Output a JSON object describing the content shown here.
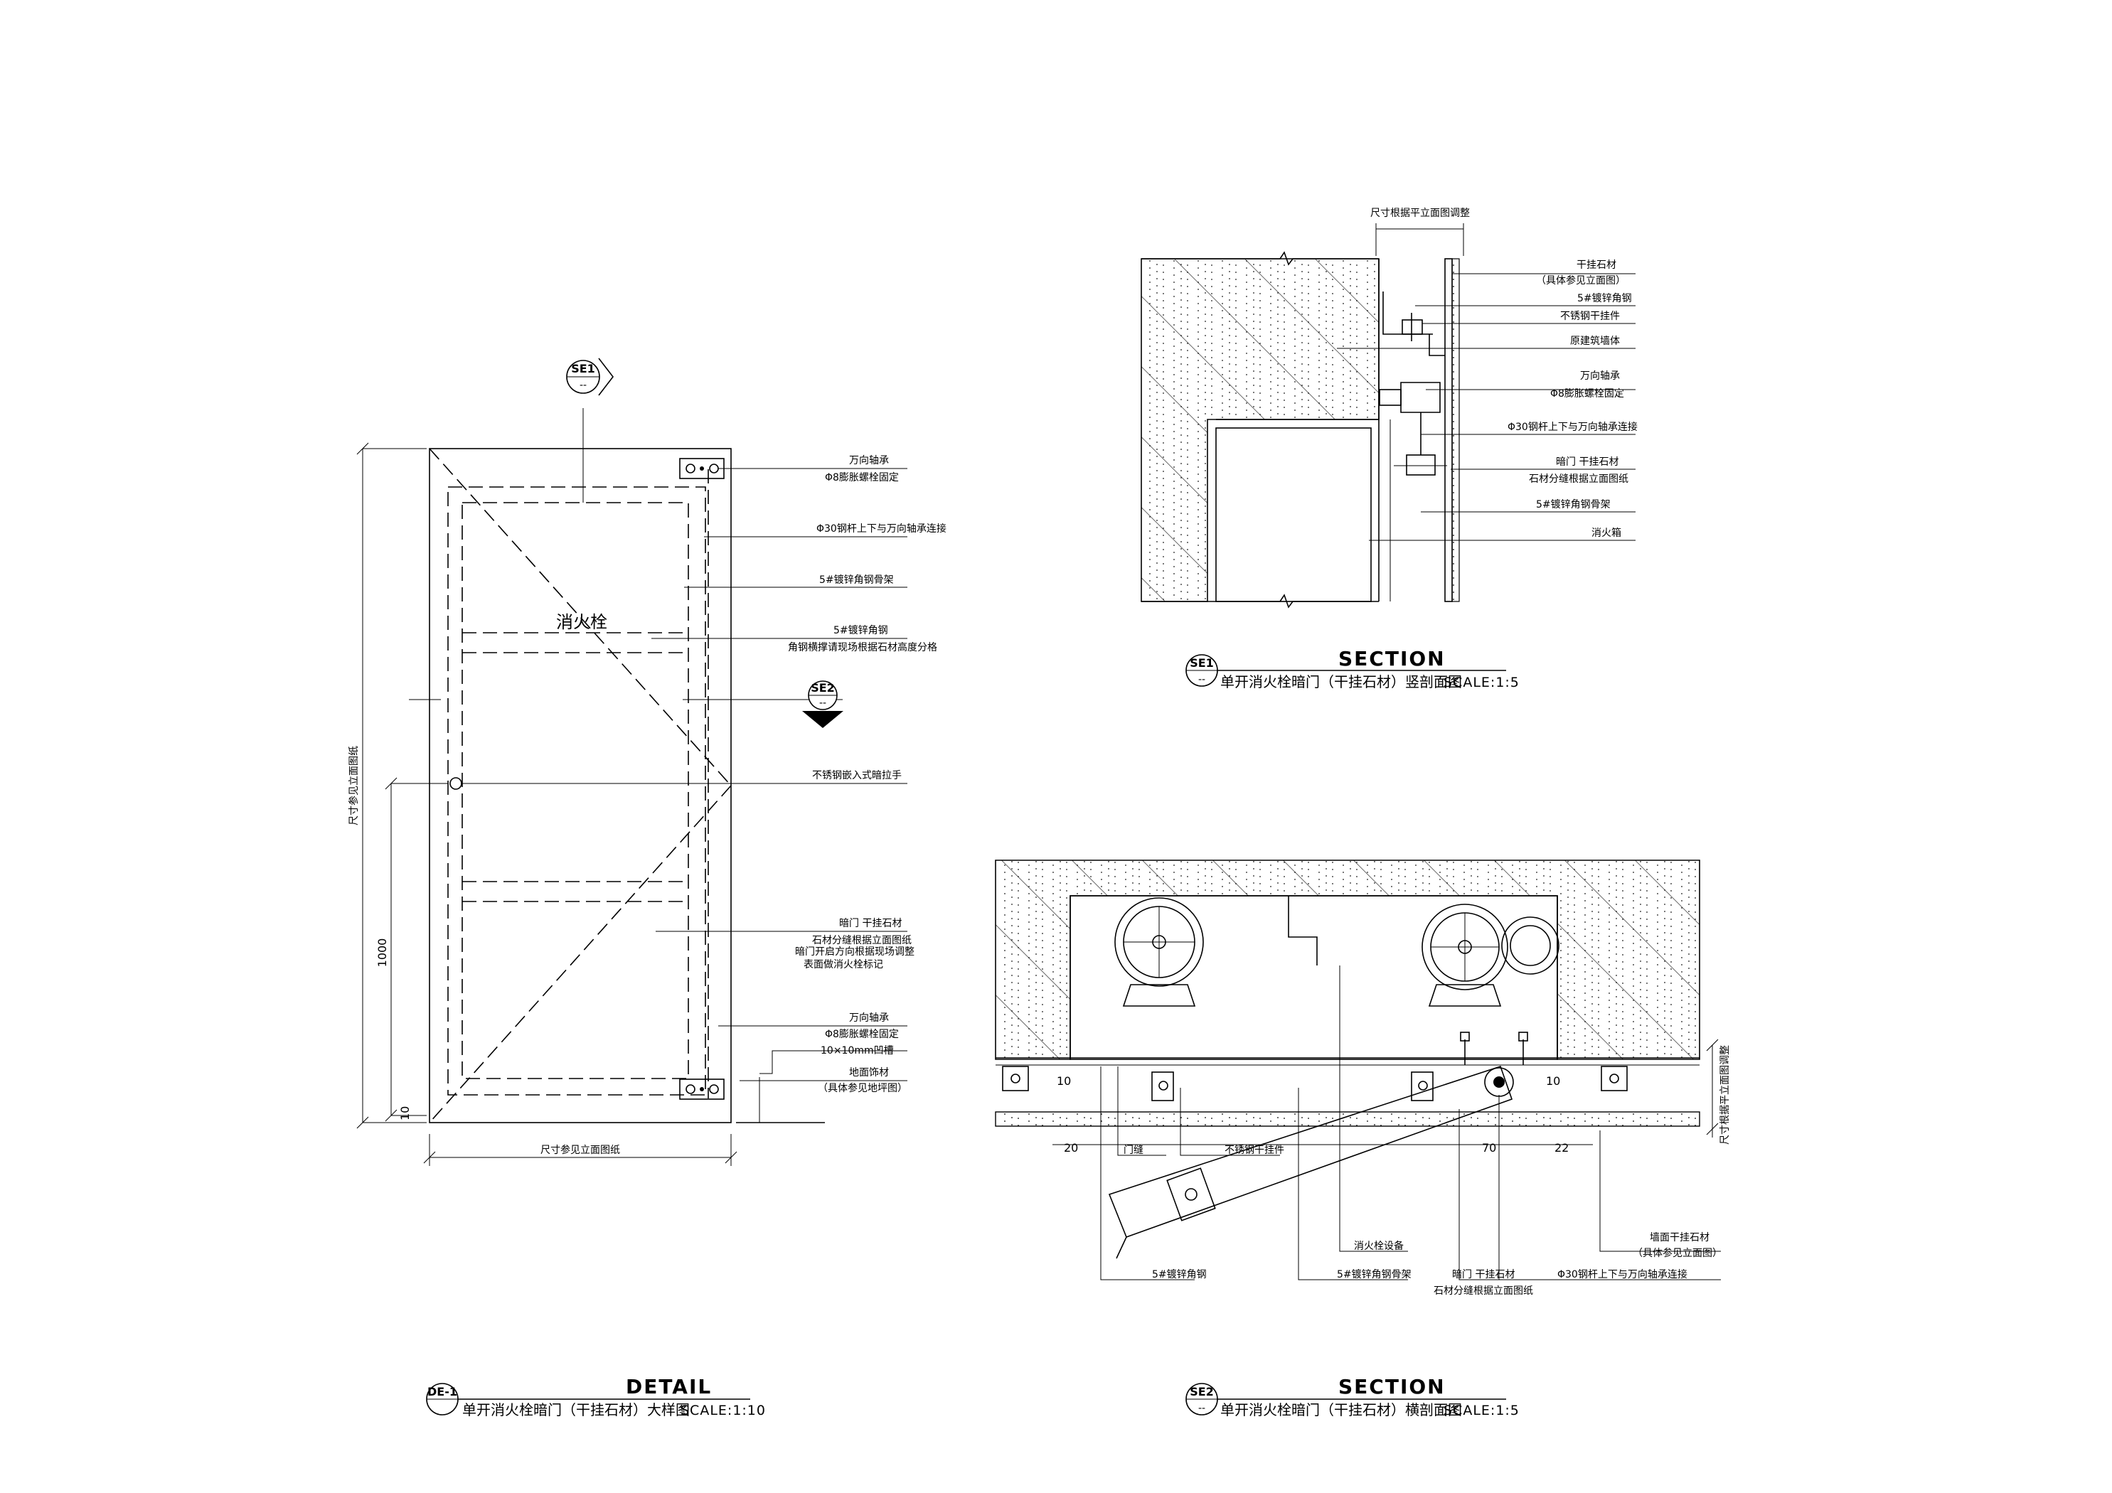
{
  "detail_view": {
    "hydrant_label": "消火栓",
    "callouts": [
      {
        "line1": "万向轴承",
        "line2": "Φ8膨胀螺栓固定"
      },
      {
        "line1": "Φ30钢杆上下与万向轴承连接"
      },
      {
        "line1": "5#镀锌角钢骨架"
      },
      {
        "line1": "5#镀锌角钢",
        "line2": "角钢横撑请现场根据石材高度分格"
      },
      {
        "line1": "不锈钢嵌入式暗拉手"
      },
      {
        "line1": "暗门 干挂石材",
        "line2": "石材分缝根据立面图纸",
        "line3": "暗门开启方向根据现场调整",
        "line4": "表面做消火栓标记"
      },
      {
        "line1": "万向轴承",
        "line2": "Φ8膨胀螺栓固定",
        "line3": "10×10mm凹槽"
      },
      {
        "line1": "地面饰材",
        "line2": "（具体参见地坪图）"
      }
    ],
    "dim_height_total": "尺寸参见立面图纸",
    "dim_handle": "1000",
    "dim_floor": "10",
    "dim_width": "尺寸参见立面图纸",
    "marker_top": {
      "id": "SE1",
      "sub": "--"
    },
    "marker_side": {
      "id": "SE2",
      "sub": "--"
    },
    "title_block": {
      "tag": "DE-1",
      "heading": "DETAIL",
      "caption": "单开消火栓暗门（干挂石材）大样图",
      "scale": "SCALE:1:10"
    }
  },
  "section1": {
    "top_dim": "尺寸根据平立面图调整",
    "callouts": [
      {
        "line1": "干挂石材",
        "line2": "（具体参见立面图）"
      },
      {
        "line1": "5#镀锌角钢"
      },
      {
        "line1": "不锈钢干挂件"
      },
      {
        "line1": "原建筑墙体"
      },
      {
        "line1": "万向轴承",
        "line2": "Φ8膨胀螺栓固定"
      },
      {
        "line1": "Φ30钢杆上下与万向轴承连接"
      },
      {
        "line1": "暗门 干挂石材",
        "line2": "石材分缝根据立面图纸"
      },
      {
        "line1": "5#镀锌角钢骨架"
      },
      {
        "line1": "消火箱"
      }
    ],
    "title_block": {
      "tag": "SE1",
      "sub": "--",
      "heading": "SECTION",
      "caption": "单开消火栓暗门（干挂石材）竖剖面图",
      "scale": "SCALE:1:5"
    }
  },
  "section2": {
    "right_dim": "尺寸根据平立面图调整",
    "dims": {
      "left_gap": "10",
      "left_offset": "20",
      "right_gap": "10",
      "right_70": "70",
      "right_22": "22"
    },
    "labels": {
      "door_gap": "门缝",
      "ss_hanger": "不锈钢干挂件",
      "hydrant_equipment": "消火栓设备",
      "angle_steel": "5#镀锌角钢",
      "angle_frame": "5#镀锌角钢骨架",
      "hidden_door_1": "暗门 干挂石材",
      "hidden_door_2": "石材分缝根据立面图纸",
      "rod": "Φ30钢杆上下与万向轴承连接",
      "wall_stone_1": "墙面干挂石材",
      "wall_stone_2": "（具体参见立面图）"
    },
    "title_block": {
      "tag": "SE2",
      "sub": "--",
      "heading": "SECTION",
      "caption": "单开消火栓暗门（干挂石材）横剖面图",
      "scale": "SCALE:1:5"
    }
  }
}
